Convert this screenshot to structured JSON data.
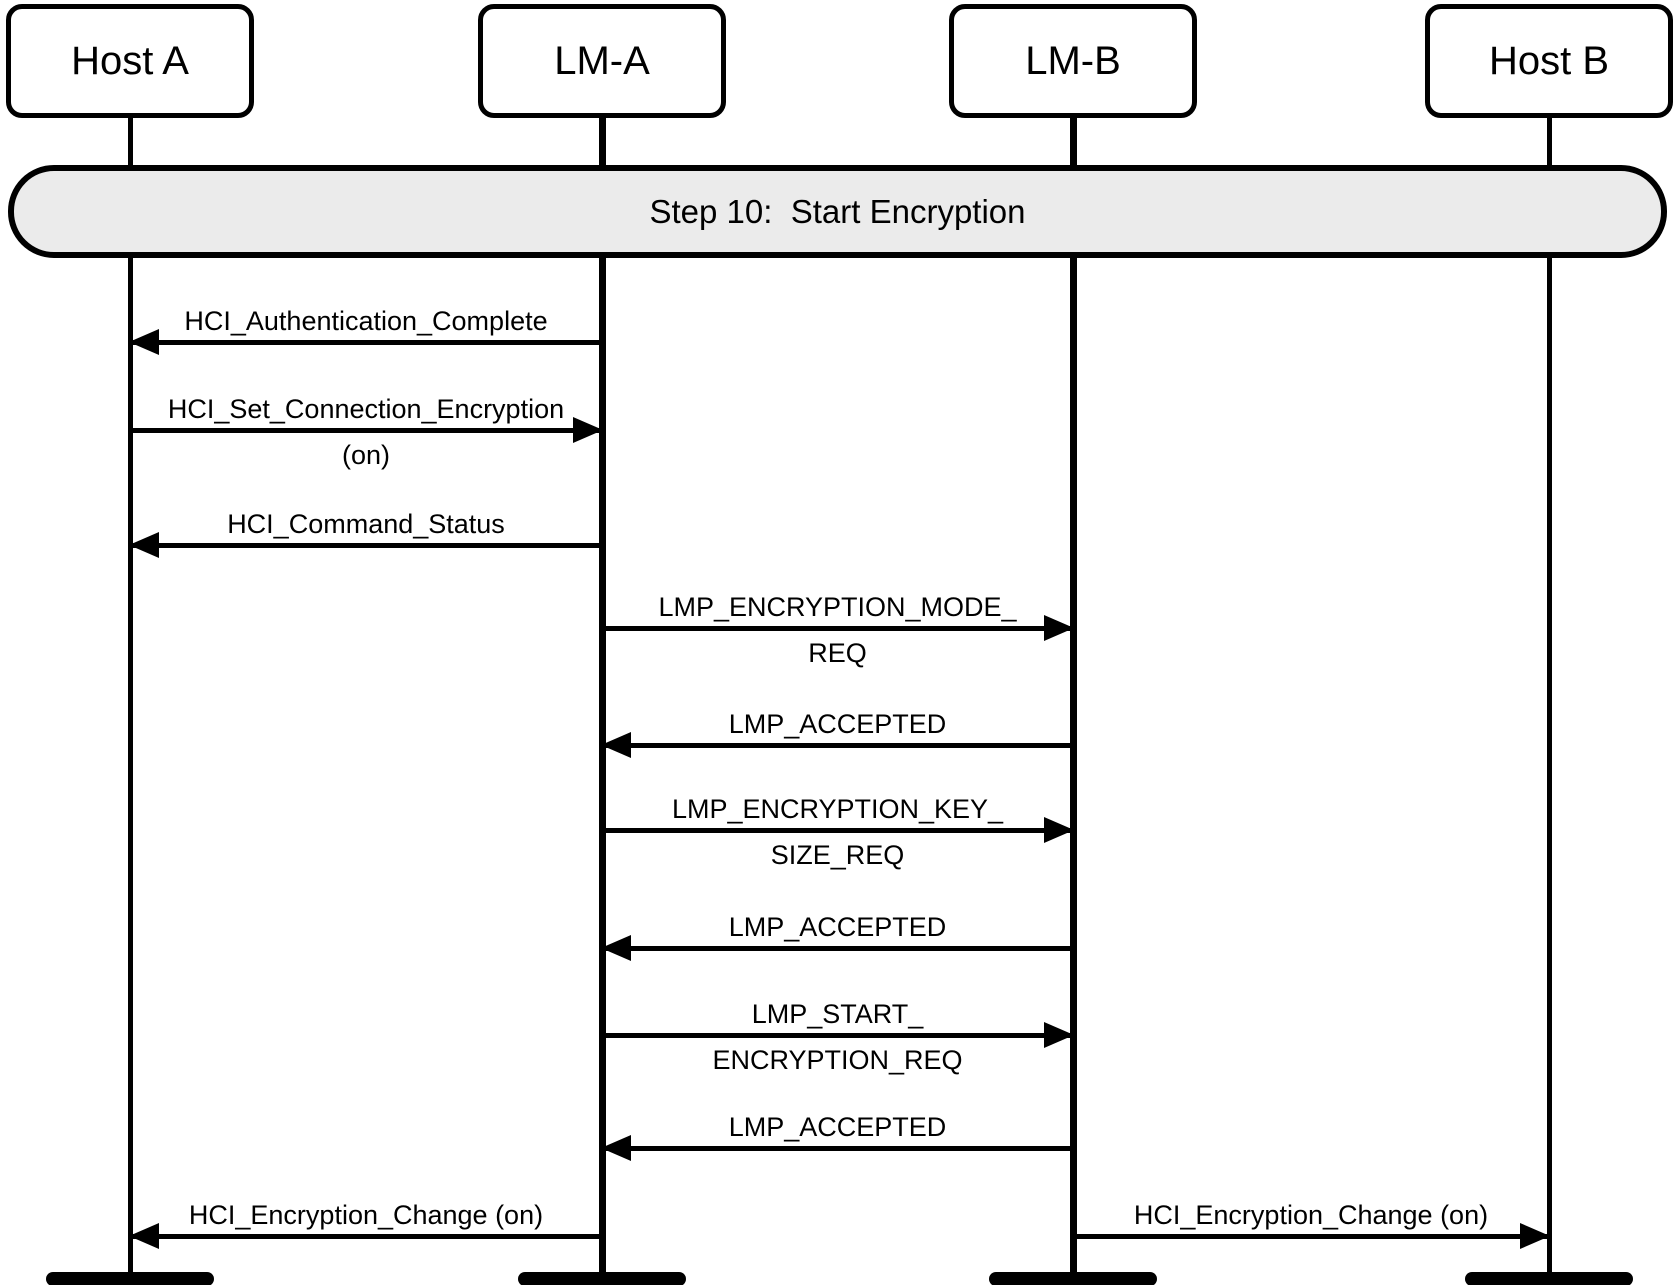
{
  "diagram": {
    "type": "sequence-diagram",
    "banner": {
      "label": "Step 10:  Start Encryption"
    },
    "actors": [
      {
        "name": "Host A"
      },
      {
        "name": "LM-A"
      },
      {
        "name": "LM-B"
      },
      {
        "name": "Host B"
      }
    ],
    "messages": [
      {
        "label": "HCI_Authentication_Complete",
        "from": "LM-A",
        "to": "Host A",
        "direction": "left"
      },
      {
        "label": "HCI_Set_Connection_Encryption",
        "label2": "(on)",
        "from": "Host A",
        "to": "LM-A",
        "direction": "right"
      },
      {
        "label": "HCI_Command_Status",
        "from": "LM-A",
        "to": "Host A",
        "direction": "left"
      },
      {
        "label": "LMP_ENCRYPTION_MODE_",
        "label2": "REQ",
        "from": "LM-A",
        "to": "LM-B",
        "direction": "right"
      },
      {
        "label": "LMP_ACCEPTED",
        "from": "LM-B",
        "to": "LM-A",
        "direction": "left"
      },
      {
        "label": "LMP_ENCRYPTION_KEY_",
        "label2": "SIZE_REQ",
        "from": "LM-A",
        "to": "LM-B",
        "direction": "right"
      },
      {
        "label": "LMP_ACCEPTED",
        "from": "LM-B",
        "to": "LM-A",
        "direction": "left"
      },
      {
        "label": "LMP_START_",
        "label2": "ENCRYPTION_REQ",
        "from": "LM-A",
        "to": "LM-B",
        "direction": "right"
      },
      {
        "label": "LMP_ACCEPTED",
        "from": "LM-B",
        "to": "LM-A",
        "direction": "left"
      },
      {
        "label": "HCI_Encryption_Change (on)",
        "from": "LM-A",
        "to": "Host A",
        "direction": "left"
      },
      {
        "label": "HCI_Encryption_Change (on)",
        "from": "LM-B",
        "to": "Host B",
        "direction": "right"
      }
    ],
    "colors": {
      "line": "#000000",
      "banner_fill": "#ebebeb",
      "background": "#ffffff"
    }
  }
}
